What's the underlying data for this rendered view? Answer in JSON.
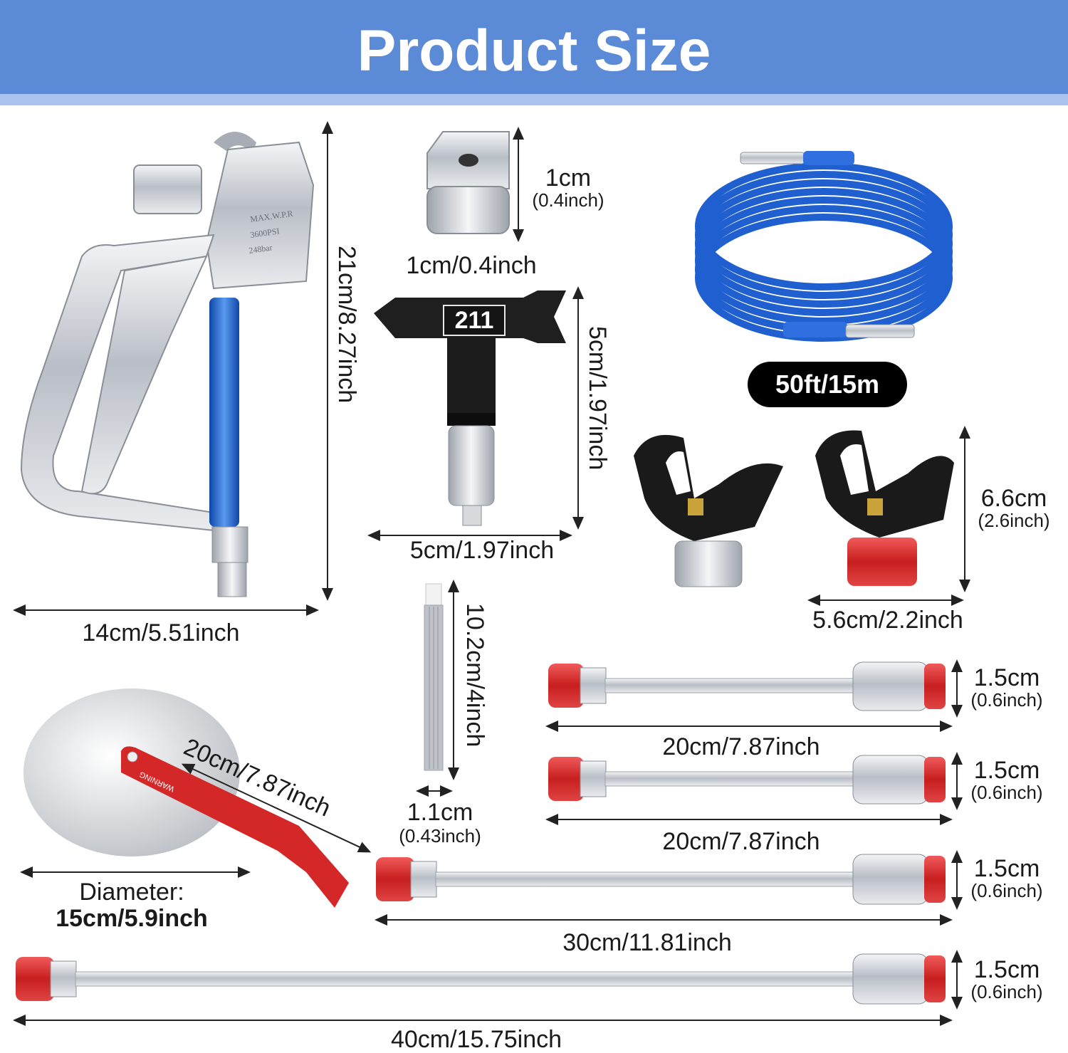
{
  "header": {
    "title": "Product Size"
  },
  "spray_gun": {
    "height": "21cm/8.27inch",
    "width": "14cm/5.51inch",
    "engraving": [
      "MAX.W.P.R",
      "3600PSI",
      "248bar"
    ]
  },
  "tip_seal": {
    "height": "1cm",
    "height_inch": "(0.4inch)",
    "width": "1cm/0.4inch"
  },
  "spray_tip": {
    "number": "211",
    "height": "5cm/1.97inch",
    "width": "5cm/1.97inch"
  },
  "hose": {
    "length": "50ft/15m"
  },
  "tip_guards": {
    "height": "6.6cm",
    "height_inch": "(2.6inch)",
    "width": "5.6cm/2.2inch"
  },
  "filter": {
    "height": "10.2cm/4inch",
    "width": "1.1cm",
    "width_inch": "(0.43inch)"
  },
  "spray_shield": {
    "tool_length": "20cm/7.87inch",
    "diameter_label": "Diameter:",
    "diameter_value": "15cm/5.9inch",
    "warning_text": "WARNING"
  },
  "extension_poles": [
    {
      "length": "20cm/7.87inch",
      "diameter": "1.5cm",
      "diameter_inch": "(0.6inch)"
    },
    {
      "length": "20cm/7.87inch",
      "diameter": "1.5cm",
      "diameter_inch": "(0.6inch)"
    },
    {
      "length": "30cm/11.81inch",
      "diameter": "1.5cm",
      "diameter_inch": "(0.6inch)"
    },
    {
      "length": "40cm/15.75inch",
      "diameter": "1.5cm",
      "diameter_inch": "(0.6inch)"
    }
  ],
  "colors": {
    "header": "#5b8ad6",
    "header_stripe": "#a9c3ee",
    "hose_blue": "#1f5fd0",
    "accent_red": "#d42828",
    "metal": "#c8ccd2"
  }
}
